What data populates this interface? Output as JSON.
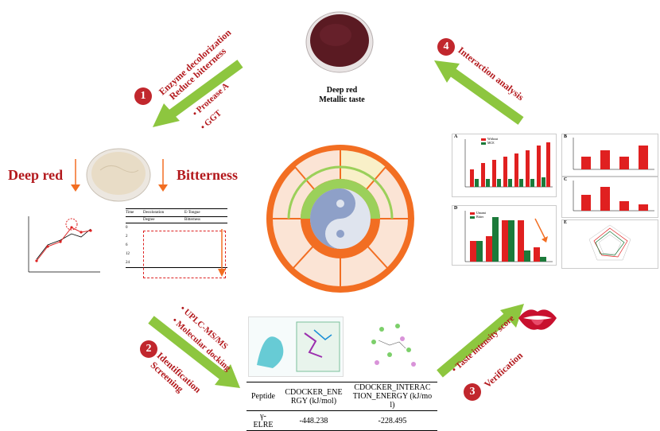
{
  "top": {
    "powder_label_1": "Deep red",
    "powder_label_2": "Metallic taste"
  },
  "step1": {
    "number": "1",
    "line1": "Enzyme decolorization",
    "line2": "Reduce bitterness",
    "enzyme_a": "Protease A",
    "enzyme_b": "GGT"
  },
  "step2": {
    "number": "2",
    "line1": "Identification",
    "line2": "Screening",
    "method_a": "UPLC-MS/MS",
    "method_b": "Molecular docking"
  },
  "step3": {
    "number": "3",
    "line1": "Verification",
    "line2": "Taste intensity score"
  },
  "step4": {
    "number": "4",
    "line1": "Interaction analysis"
  },
  "left": {
    "deep_red": "Deep red",
    "bitterness": "Bitterness",
    "table_headers": [
      "Time",
      "Decoloration",
      "E-Tongue"
    ],
    "table_subheaders": [
      "",
      "Degree",
      "Bitterness"
    ],
    "table_rows": [
      [
        "0",
        "",
        ""
      ],
      [
        "2",
        "",
        ""
      ],
      [
        "6",
        "",
        ""
      ],
      [
        "12",
        "",
        ""
      ],
      [
        "24",
        "",
        ""
      ]
    ]
  },
  "docking_table": {
    "headers": [
      "Peptide",
      "CDOCKER_ENERGY (kJ/mol)",
      "CDOCKER_INTERACTION_ENERGY (kJ/mol)"
    ],
    "rows": [
      [
        "γ-ELRE",
        "-448.238",
        "-228.495"
      ]
    ]
  },
  "right_panels": {
    "a_label": "A",
    "b_label": "B",
    "c_label": "C",
    "d_label": "D",
    "e_label": "E",
    "a_legend": [
      "Without",
      "MCE"
    ],
    "d_legend": [
      "Umami",
      "Bitter"
    ]
  },
  "colors": {
    "dark_red": "#b3191d",
    "green_arrow": "#8dc63f",
    "orange": "#f26e22",
    "peach": "#fbe4d5",
    "light_green": "#9bd05a",
    "number_circle": "#c1272d"
  }
}
